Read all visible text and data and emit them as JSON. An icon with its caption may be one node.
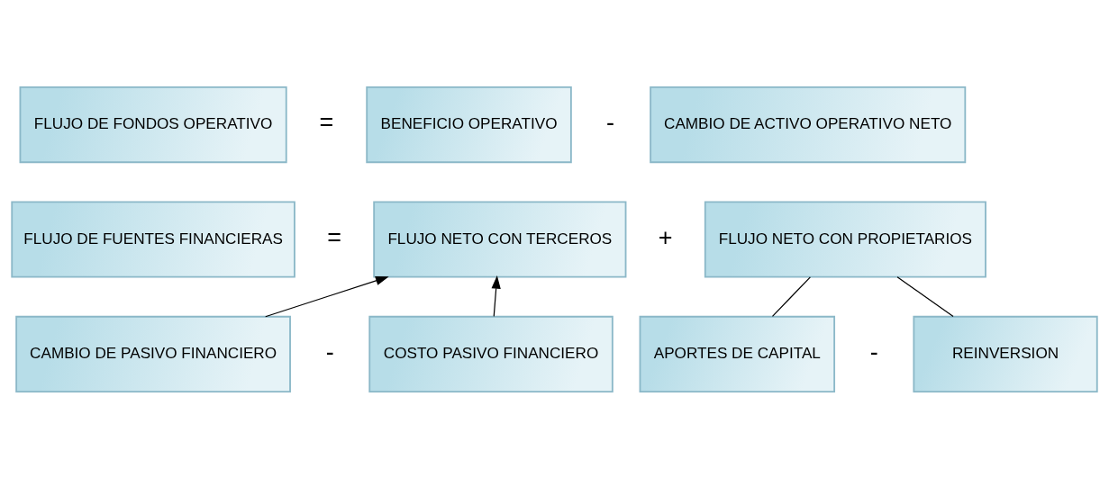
{
  "diagram": {
    "nodes": [
      {
        "text": [
          "FLUJO DE FONDOS OPERATIVO"
        ]
      },
      {
        "text": [
          "BENEFICIO OPERATIVO"
        ]
      },
      {
        "text": [
          "CAMBIO DE ACTIVO OPERATIVO NETO"
        ]
      },
      {
        "text": [
          "FLUJO DE FUENTES FINANCIERAS"
        ]
      },
      {
        "text": [
          "FLUJO NETO CON TERCEROS"
        ]
      },
      {
        "text": [
          "FLUJO NETO CON PROPIETARIOS"
        ]
      },
      {
        "text": [
          "CAMBIO DE PASIVO FINANCIERO"
        ]
      },
      {
        "text": [
          "COSTO PASIVO FINANCIERO"
        ]
      },
      {
        "text": [
          "APORTES DE CAPITAL"
        ]
      },
      {
        "text": [
          "REINVERSION"
        ]
      }
    ],
    "edges": [
      {
        "from": 6,
        "to": 4,
        "arrow": "to"
      },
      {
        "from": 7,
        "to": 4,
        "arrow": "to"
      },
      {
        "from": 5,
        "to": 8,
        "arrow": "none"
      },
      {
        "from": 5,
        "to": 9,
        "arrow": "none"
      }
    ],
    "labels": [
      "=",
      "-",
      "=",
      "+",
      "-",
      "-"
    ]
  }
}
